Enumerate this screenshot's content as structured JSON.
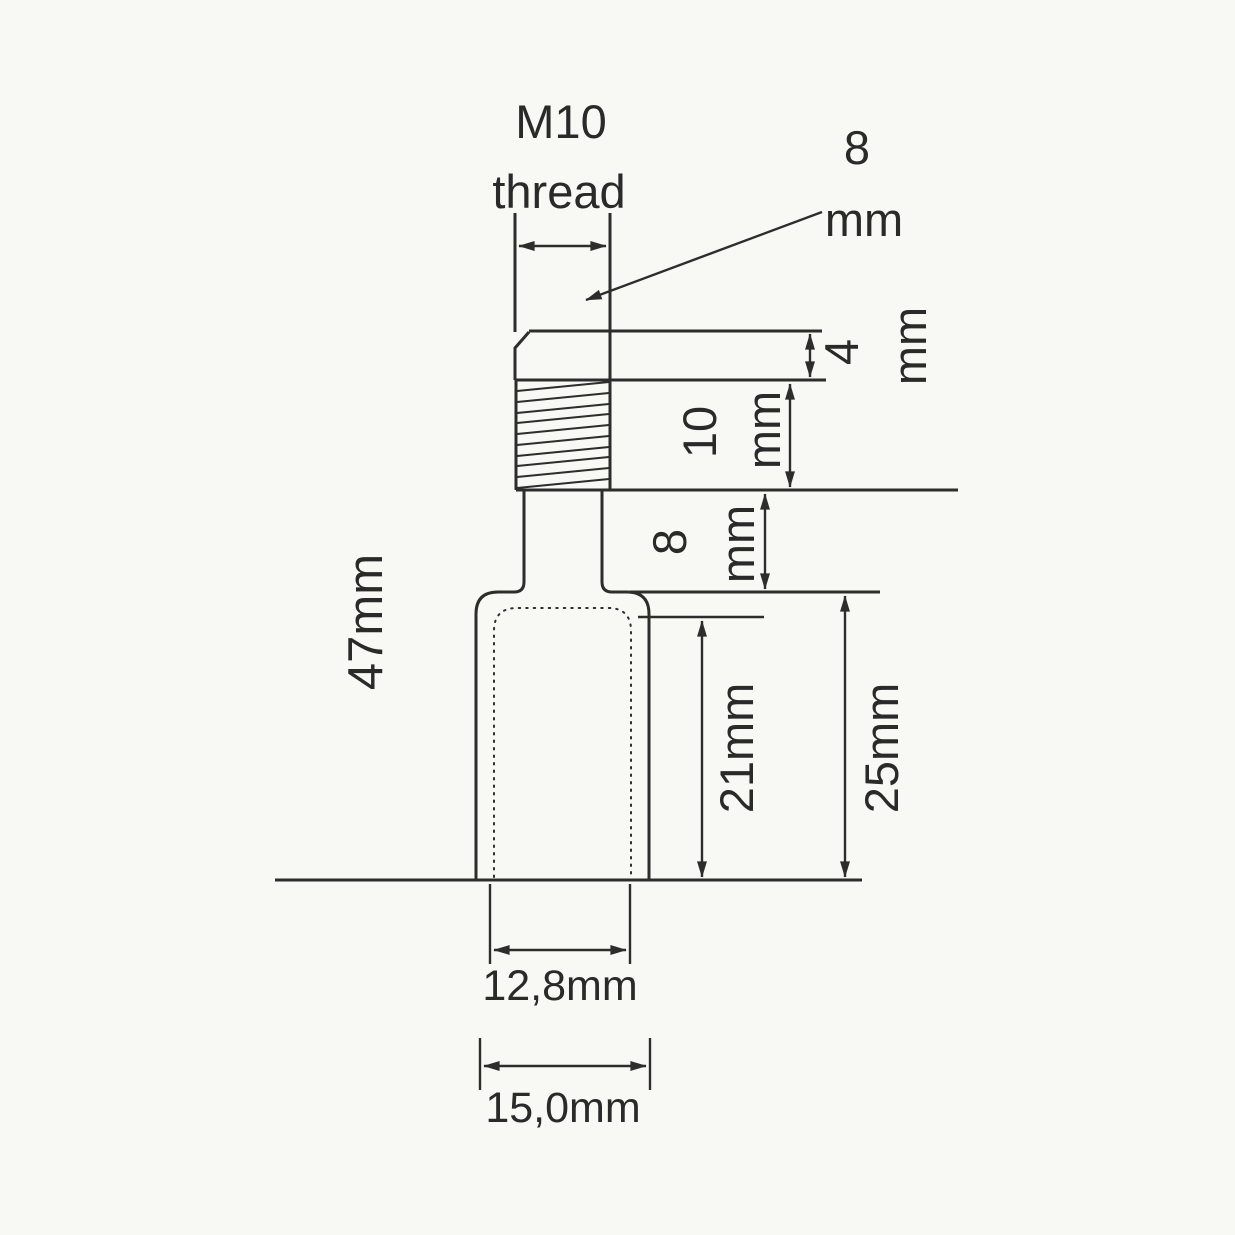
{
  "colors": {
    "background": "#f8f8f5",
    "line": "#2d2d2d",
    "text": "#2a2a2a"
  },
  "drawing": {
    "thread_label": {
      "line1": "M10",
      "line2": "thread"
    },
    "flange_diameter": {
      "value": "8",
      "unit": "mm"
    },
    "flange_thickness": {
      "value": "4",
      "unit": "mm"
    },
    "thread_length": {
      "value": "10",
      "unit": "mm"
    },
    "shank_length": {
      "value": "8",
      "unit": "mm"
    },
    "overall_length": "47mm",
    "cavity_depth": "21mm",
    "body_length": "25mm",
    "cavity_diameter": "12,8mm",
    "body_diameter": "15,0mm"
  }
}
